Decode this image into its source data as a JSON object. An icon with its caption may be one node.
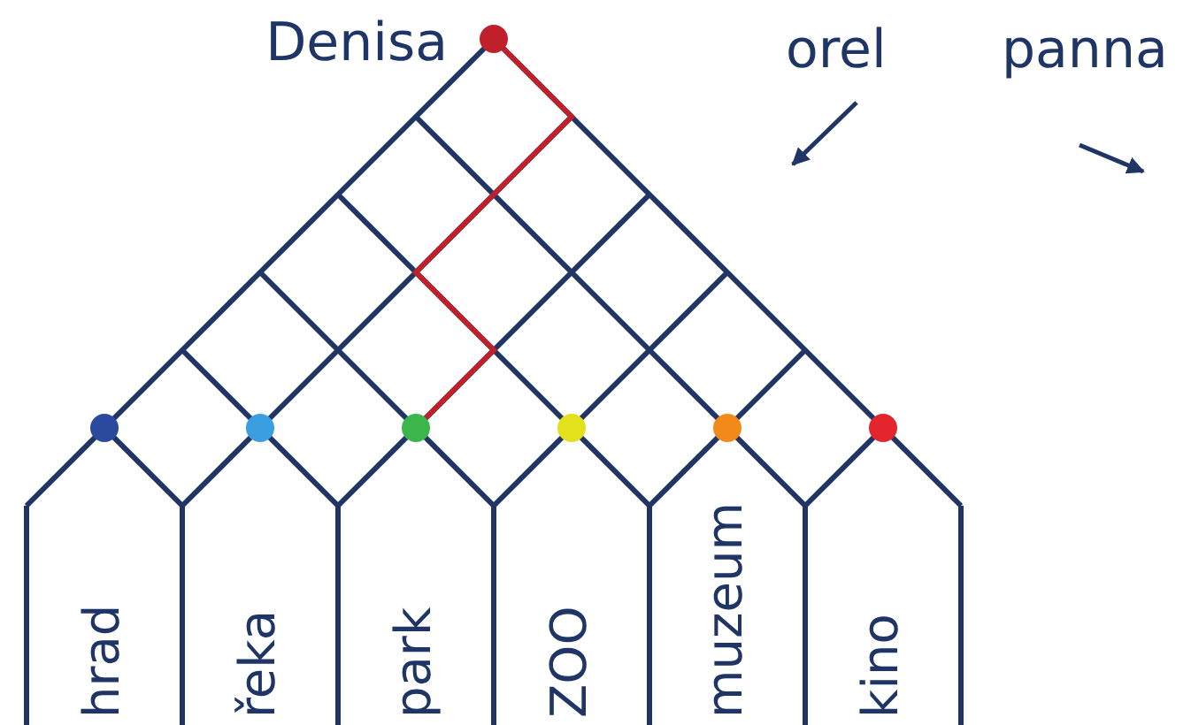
{
  "diagram": {
    "nodes": [
      {
        "text": [],
        "shape": "circle",
        "beside": [
          "Denisa"
        ]
      },
      {
        "text": [],
        "shape": "circle"
      },
      {
        "text": [],
        "shape": "circle"
      },
      {
        "text": [],
        "shape": "circle"
      },
      {
        "text": [],
        "shape": "circle"
      },
      {
        "text": [],
        "shape": "circle"
      },
      {
        "text": [],
        "shape": "circle"
      }
    ],
    "edges": [
      {
        "from": 0,
        "to": 3,
        "arrow": "none",
        "color": "#c0202a"
      }
    ],
    "labels": [
      "hrad",
      "řeka",
      "park",
      "ZOO",
      "muzeum",
      "kino"
    ],
    "legend": [
      {
        "text": "orel"
      },
      {
        "text": "panna"
      }
    ]
  }
}
